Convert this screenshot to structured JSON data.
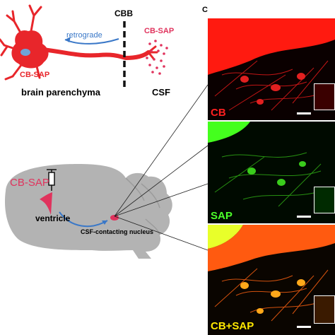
{
  "panel_letter": "C",
  "top": {
    "cbb_label": "CBB",
    "cbsap_top_label": "CB-SAP",
    "retrograde_label": "retrograde",
    "cbsap_neuron_label": "CB-SAP",
    "parenchyma_label": "brain parenchyma",
    "csf_label": "CSF"
  },
  "middle": {
    "cbsap_label": "CB-SAP",
    "ventricle_label": "ventricle",
    "nucleus_label": "CSF-contacting nucleus"
  },
  "panels": [
    {
      "label": "CB",
      "label_color": "#ff2020"
    },
    {
      "label": "SAP",
      "label_color": "#4cff2a"
    },
    {
      "label": "CB+SAP",
      "label_color": "#ffe800"
    }
  ],
  "colors": {
    "neuron_red": "#e8262b",
    "cbsap_pink": "#e0335d",
    "arrow_blue": "#3a78c8",
    "brain_gray": "#b3b3b3"
  }
}
